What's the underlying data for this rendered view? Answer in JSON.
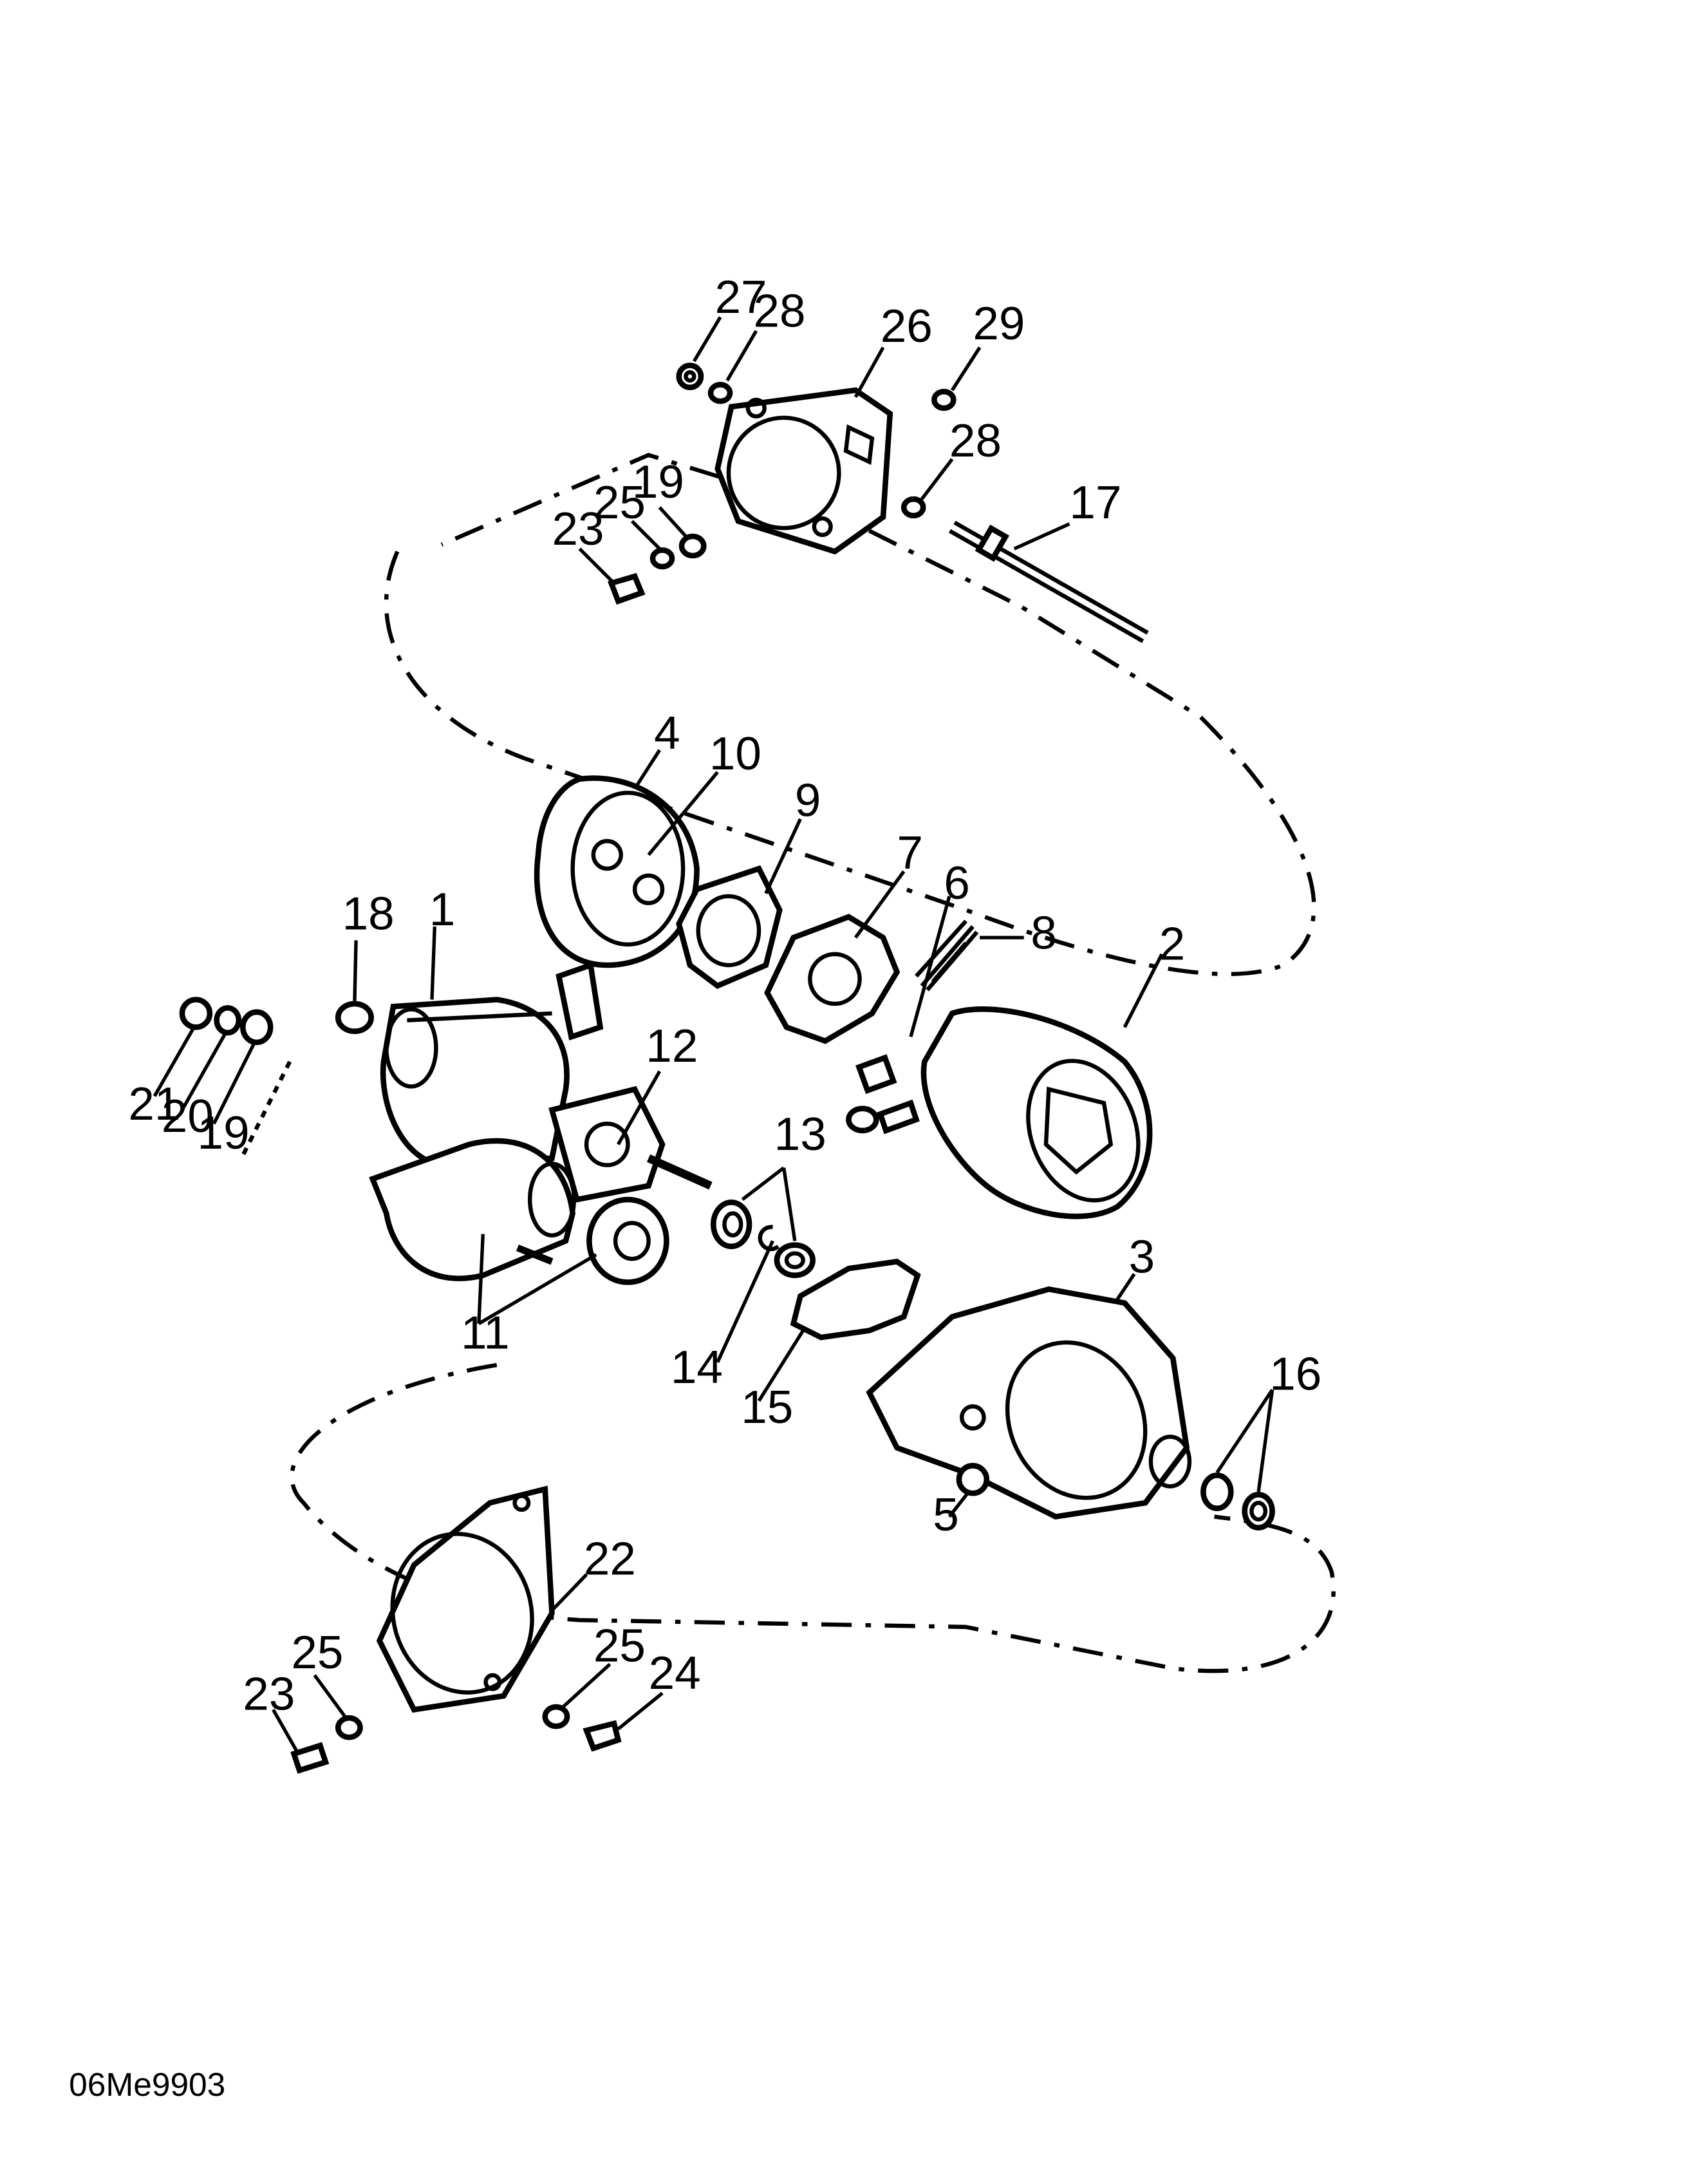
{
  "diagram": {
    "callouts": [
      "1",
      "2",
      "3",
      "4",
      "5",
      "6",
      "7",
      "8",
      "9",
      "10",
      "11",
      "12",
      "13",
      "14",
      "15",
      "16",
      "17",
      "18",
      "19",
      "19",
      "20",
      "21",
      "22",
      "23",
      "23",
      "24",
      "25",
      "25",
      "25",
      "26",
      "27",
      "28",
      "28",
      "29"
    ],
    "reference_code": "06Me9903"
  }
}
